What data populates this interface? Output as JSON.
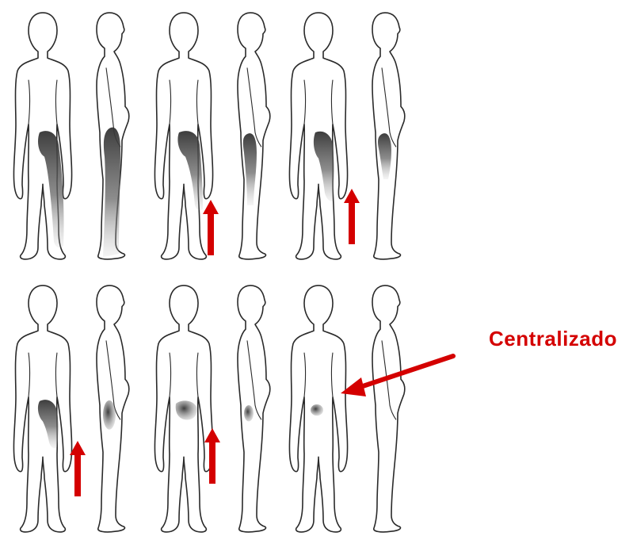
{
  "annotation": {
    "label": "Centralizado",
    "color": "#d40000"
  },
  "stages": [
    {
      "stage": 1,
      "front_pain": "buttock-to-ankle",
      "side_pain": "buttock-to-ankle",
      "arrow": false
    },
    {
      "stage": 2,
      "front_pain": "buttock-to-lower-leg",
      "side_pain": "buttock-to-knee",
      "arrow": true
    },
    {
      "stage": 3,
      "front_pain": "buttock-to-knee",
      "side_pain": "buttock-to-upper-thigh",
      "arrow": true
    },
    {
      "stage": 4,
      "front_pain": "buttock-to-upper-thigh",
      "side_pain": "buttock",
      "arrow": true
    },
    {
      "stage": 5,
      "front_pain": "buttock",
      "side_pain": "buttock-small",
      "arrow": true
    },
    {
      "stage": 6,
      "front_pain": "lower-back-small",
      "side_pain": "none",
      "arrow": false,
      "annotated": true
    }
  ],
  "colors": {
    "outline": "#2a2a2a",
    "pain_dark": "#3a3a3a",
    "arrow": "#d40000"
  }
}
